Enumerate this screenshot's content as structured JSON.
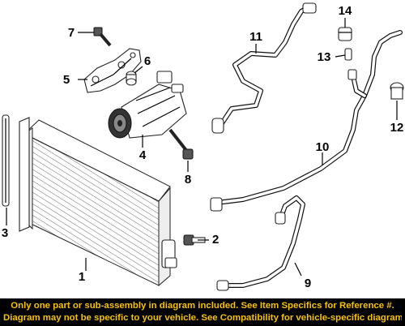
{
  "callouts": [
    "1",
    "2",
    "3",
    "4",
    "5",
    "6",
    "7",
    "8",
    "9",
    "10",
    "11",
    "12",
    "13",
    "14"
  ],
  "footer": {
    "line1": "Only one part or sub-assembly in diagram included. See Item Specifics for Reference #.",
    "line2": "Diagram may not be specific to your vehicle. See Compatibility for vehicle-specific diagrams."
  },
  "colors": {
    "footer_bg": "#000000",
    "footer_text": "#f7c200"
  }
}
